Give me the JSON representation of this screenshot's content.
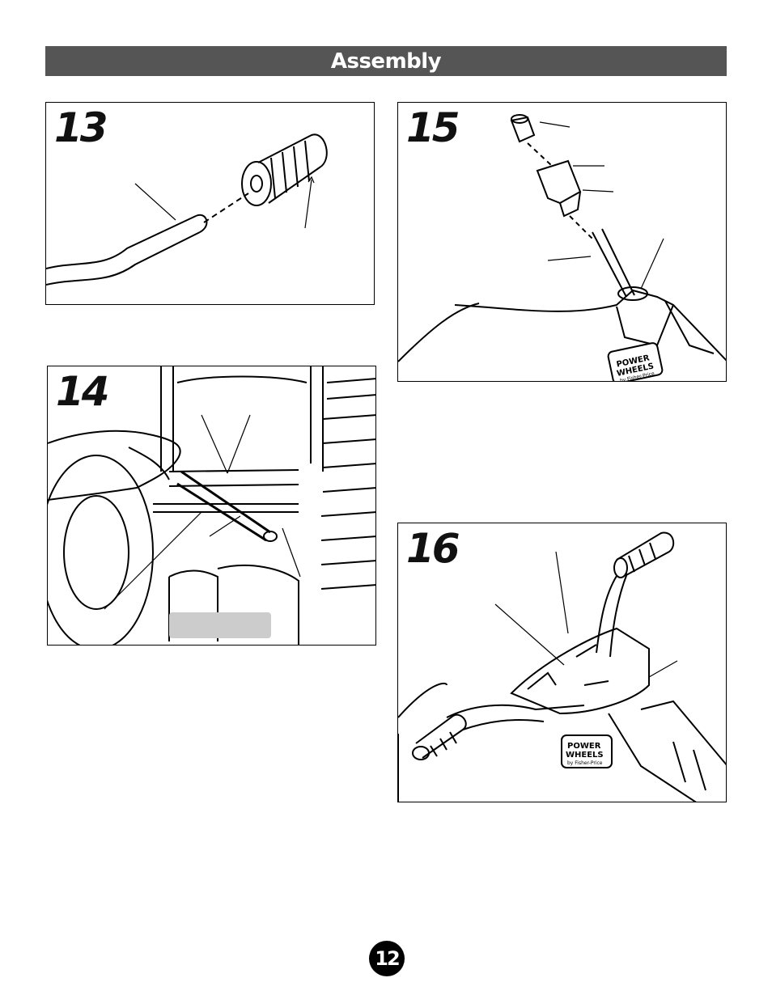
{
  "header": {
    "title": "Assembly"
  },
  "steps": [
    {
      "number": "13"
    },
    {
      "number": "14"
    },
    {
      "number": "15"
    },
    {
      "number": "16"
    }
  ],
  "logo": {
    "line1": "POWER",
    "line2": "WHEELS",
    "line3": "by Fisher-Price"
  },
  "footer": {
    "page_number": "12"
  },
  "colors": {
    "header_bg": "#555555",
    "ink": "#000000",
    "label_box": "#cccccc"
  }
}
